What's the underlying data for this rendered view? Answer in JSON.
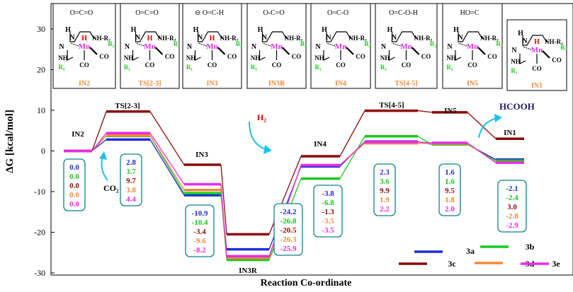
{
  "chart_data": {
    "type": "line",
    "xlabel": "Reaction Co-ordinate",
    "ylabel": "ΔG [kcal/mol]",
    "ylim": [
      -30,
      35
    ],
    "yticks": [
      -30,
      -20,
      -10,
      0,
      10,
      20,
      30
    ],
    "categories": [
      "IN2",
      "TS[2-3]",
      "IN3",
      "IN3R",
      "IN4",
      "TS[4-5]",
      "IN5",
      "IN1"
    ],
    "series": [
      {
        "name": "3a",
        "color": "#1f2bd6",
        "values": [
          0.0,
          2.8,
          -10.9,
          -24.2,
          -3.8,
          2.3,
          1.6,
          -2.1
        ]
      },
      {
        "name": "3b",
        "color": "#19c81d",
        "values": [
          0.0,
          3.7,
          -10.4,
          -26.8,
          -6.8,
          3.6,
          1.6,
          -2.4
        ]
      },
      {
        "name": "3c",
        "color": "#8b0a0a",
        "values": [
          0.0,
          9.7,
          -3.4,
          -20.5,
          -1.3,
          9.9,
          9.5,
          3.0
        ]
      },
      {
        "name": "3d",
        "color": "#f08a3c",
        "values": [
          0.0,
          3.8,
          -9.6,
          -26.3,
          -3.5,
          1.9,
          1.8,
          -2.8
        ]
      },
      {
        "name": "3e",
        "color": "#e62be6",
        "values": [
          0.0,
          4.4,
          -8.2,
          -25.9,
          -3.5,
          2.2,
          2.0,
          -2.9
        ]
      }
    ],
    "value_labels": [
      {
        "label": "IN2",
        "values": [
          "0.0",
          "0.0",
          "0.0",
          "0.0",
          "0.0"
        ]
      },
      {
        "label": "TS[2-3]",
        "values": [
          "2.8",
          "3.7",
          "9.7",
          "3.8",
          "4.4"
        ]
      },
      {
        "label": "IN3",
        "values": [
          "-10.9",
          "-10.4",
          "-3.4",
          "-9.6",
          "-8.2"
        ]
      },
      {
        "label": "IN3R",
        "values": [
          "-24.2",
          "-26.8",
          "-20.5",
          "-26.3",
          "-25.9"
        ]
      },
      {
        "label": "IN4",
        "values": [
          "-3.8",
          "-6.8",
          "-1.3",
          "-3.5",
          "-3.5"
        ]
      },
      {
        "label": "TS[4-5]",
        "values": [
          "2.3",
          "3.6",
          "9.9",
          "1.9",
          "2.2"
        ]
      },
      {
        "label": "IN5",
        "values": [
          "1.6",
          "1.6",
          "9.5",
          "1.8",
          "2.0"
        ]
      },
      {
        "label": "IN1",
        "values": [
          "-2.1",
          "-2.4",
          "3.0",
          "-2.8",
          "-2.9"
        ]
      }
    ],
    "annotations": {
      "co2": "CO₂",
      "h2": "H₂",
      "hcooh": "HCOOH"
    }
  },
  "structures": [
    {
      "label": "IN2",
      "label_color": "#f08a3c",
      "ligand": "O=C=O"
    },
    {
      "label": "TS[2-3]",
      "label_color": "#f08a3c",
      "ligand": "O=C=O"
    },
    {
      "label": "IN3",
      "label_color": "#f08a3c",
      "ligand": "⊖ O=C-H"
    },
    {
      "label": "IN3R",
      "label_color": "#f08a3c",
      "ligand": "O-C=O"
    },
    {
      "label": "IN4",
      "label_color": "#f08a3c",
      "ligand": "O=C-O"
    },
    {
      "label": "TS[4-5]",
      "label_color": "#f08a3c",
      "ligand": "O=C-O-H"
    },
    {
      "label": "IN5",
      "label_color": "#f08a3c",
      "ligand": "HO=C"
    },
    {
      "label": "IN1",
      "label_color": "#f08a3c",
      "ligand": ""
    }
  ],
  "structure_text": {
    "metal": "Mn",
    "hydride": "H",
    "r1": "R₁",
    "r2": "R₂",
    "co": "CO",
    "n": "N",
    "h": "H",
    "nh": "NH",
    "nhr2": "NH-R₂",
    "hash": "H"
  }
}
